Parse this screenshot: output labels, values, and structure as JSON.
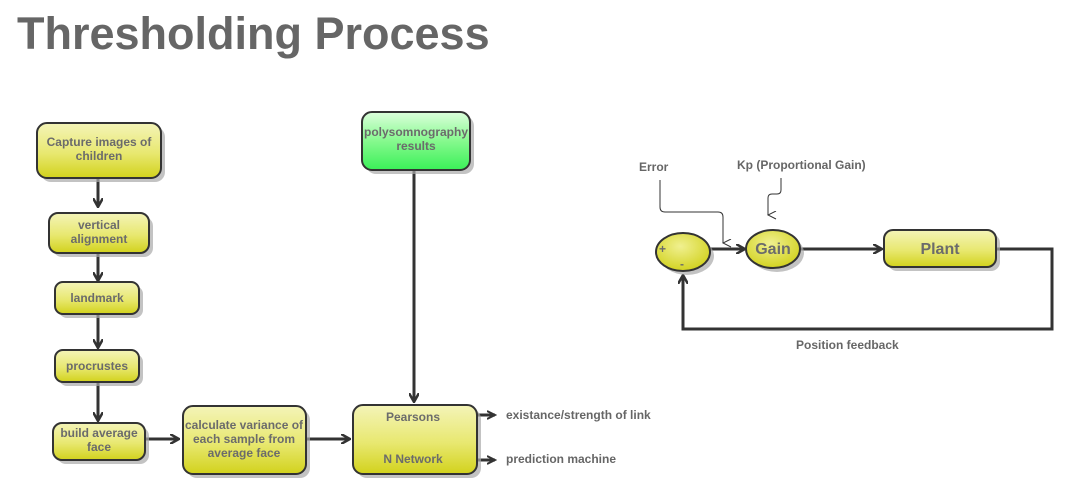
{
  "title": "Thresholding Process",
  "colors": {
    "yellow_top": "#f2f2b0",
    "yellow_bottom": "#d4d420",
    "green_top": "#d8ffd8",
    "green_bottom": "#3cf25a",
    "border": "#333333",
    "text": "#6b6b6b"
  },
  "pipeline": {
    "capture": [
      "Capture images of",
      "children"
    ],
    "vertical": [
      "vertical",
      "alignment"
    ],
    "landmark": [
      "landmark"
    ],
    "procrustes": [
      "procrustes"
    ],
    "average": [
      "build average",
      "face"
    ],
    "variance": [
      "calculate variance of",
      "each sample from",
      "average face"
    ],
    "poly": [
      "polysomnography",
      "results"
    ],
    "pearsons": "Pearsons",
    "nnetwork": "N Network",
    "pearsons_output": "existance/strength of link",
    "nnetwork_output": "prediction machine"
  },
  "control_loop": {
    "error_label": "Error",
    "kp_label": "Kp (Proportional Gain)",
    "sum_plus": "+",
    "sum_minus": "-",
    "gain": "Gain",
    "plant": "Plant",
    "feedback_label": "Position feedback"
  }
}
